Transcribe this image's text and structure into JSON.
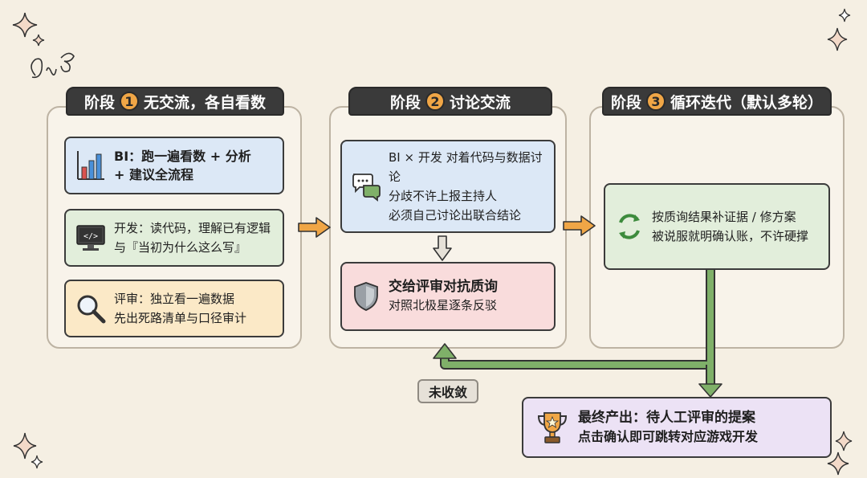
{
  "stages": [
    {
      "label": "阶段",
      "num": "1",
      "title": "无交流，各自看数"
    },
    {
      "label": "阶段",
      "num": "2",
      "title": "讨论交流"
    },
    {
      "label": "阶段",
      "num": "3",
      "title": "循环迭代（默认多轮）"
    }
  ],
  "stage1": {
    "bi": {
      "line1": "BI：跑一遍看数 + 分析",
      "line2": "+ 建议全流程"
    },
    "dev": {
      "line1": "开发：读代码，理解已有逻辑",
      "line2": "与『当初为什么这么写』"
    },
    "review": {
      "line1": "评审：独立看一遍数据",
      "line2": "先出死路清单与口径审计"
    }
  },
  "stage2": {
    "discuss": {
      "line1": "BI × 开发 对着代码与数据讨论",
      "line2": "分歧不许上报主持人",
      "line3": "必须自己讨论出联合结论"
    },
    "adversarial": {
      "line1": "交给评审对抗质询",
      "line2": "对照北极星逐条反驳"
    }
  },
  "stage3": {
    "iterate": {
      "line1": "按质询结果补证据 / 修方案",
      "line2": "被说服就明确认账，不许硬撑"
    }
  },
  "loop_tag": "未收敛",
  "final": {
    "line1": "最终产出：待人工评审的提案",
    "line2": "点击确认即可跳转对应游戏开发"
  },
  "colors": {
    "header": "#3a3a3a",
    "badge": "#f0a646",
    "arrow": "#f0a646",
    "loop": "#7fb069",
    "blue": "#dce8f6",
    "green": "#e2eedb",
    "yellow": "#fbe9c7",
    "pink": "#f9dcdc",
    "purple": "#ece2f5"
  },
  "icons": [
    "bar-chart-icon",
    "monitor-code-icon",
    "magnifier-icon",
    "chat-bubbles-icon",
    "shield-icon",
    "recycle-arrows-icon",
    "trophy-icon",
    "sparkle-icon",
    "doodle-icon"
  ]
}
